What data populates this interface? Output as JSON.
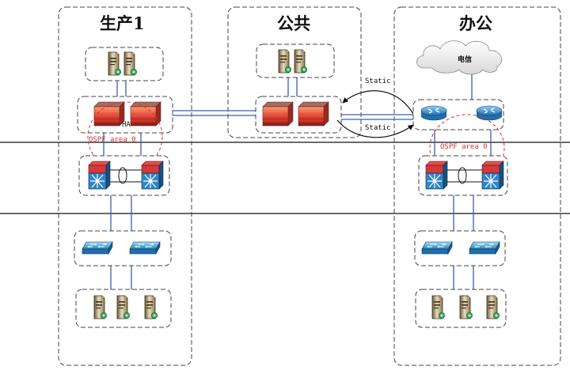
{
  "zones": {
    "production": "生产1",
    "public": "公共",
    "office": "办公"
  },
  "labels": {
    "ha": "HA",
    "ospf_left": "OSPF area 0",
    "ospf_right": "OSPF area 0",
    "static_top": "Static",
    "static_bottom": "Static",
    "cloud": "电信"
  },
  "colors": {
    "link": "#3b5fb0",
    "ospf": "#e03030",
    "firewall": "#d9372b",
    "router": "#2d86c9",
    "switch": "#49a8d8"
  }
}
